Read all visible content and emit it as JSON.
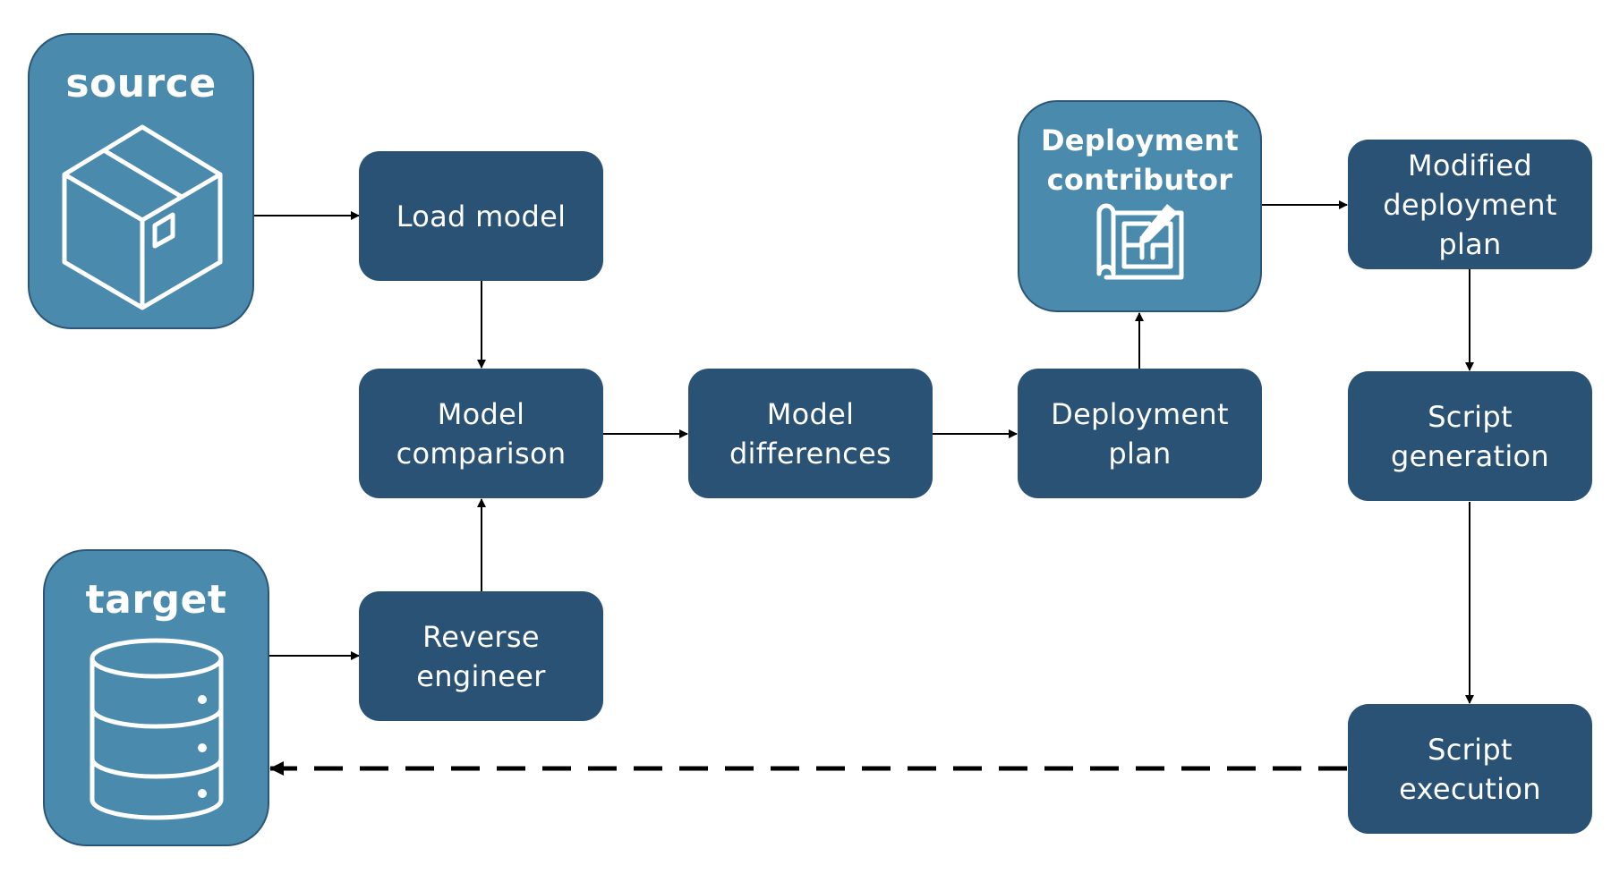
{
  "nodes": {
    "source": {
      "label": "source",
      "icon": "package-box-icon"
    },
    "target": {
      "label": "target",
      "icon": "database-icon"
    },
    "load_model": {
      "label": "Load model"
    },
    "model_comparison": {
      "label": "Model\ncomparison"
    },
    "reverse_engineer": {
      "label": "Reverse\nengineer"
    },
    "model_differences": {
      "label": "Model\ndifferences"
    },
    "deployment_plan": {
      "label": "Deployment\nplan"
    },
    "deployment_contributor": {
      "label": "Deployment\ncontributor",
      "icon": "blueprint-pencil-icon"
    },
    "modified_deployment_plan": {
      "label": "Modified\ndeployment\nplan"
    },
    "script_generation": {
      "label": "Script\ngeneration"
    },
    "script_execution": {
      "label": "Script\nexecution"
    }
  },
  "edges": [
    {
      "from": "source",
      "to": "load_model",
      "style": "solid"
    },
    {
      "from": "load_model",
      "to": "model_comparison",
      "style": "solid"
    },
    {
      "from": "target",
      "to": "reverse_engineer",
      "style": "solid"
    },
    {
      "from": "reverse_engineer",
      "to": "model_comparison",
      "style": "solid"
    },
    {
      "from": "model_comparison",
      "to": "model_differences",
      "style": "solid"
    },
    {
      "from": "model_differences",
      "to": "deployment_plan",
      "style": "solid"
    },
    {
      "from": "deployment_plan",
      "to": "deployment_contributor",
      "style": "solid"
    },
    {
      "from": "deployment_contributor",
      "to": "modified_deployment_plan",
      "style": "solid"
    },
    {
      "from": "modified_deployment_plan",
      "to": "script_generation",
      "style": "solid"
    },
    {
      "from": "script_generation",
      "to": "script_execution",
      "style": "solid"
    },
    {
      "from": "script_execution",
      "to": "target",
      "style": "dashed"
    }
  ],
  "colors": {
    "process_fill": "#2a5274",
    "store_fill": "#4a8bad",
    "store_border": "#2b5677",
    "text": "#ffffff",
    "arrow": "#000000"
  }
}
